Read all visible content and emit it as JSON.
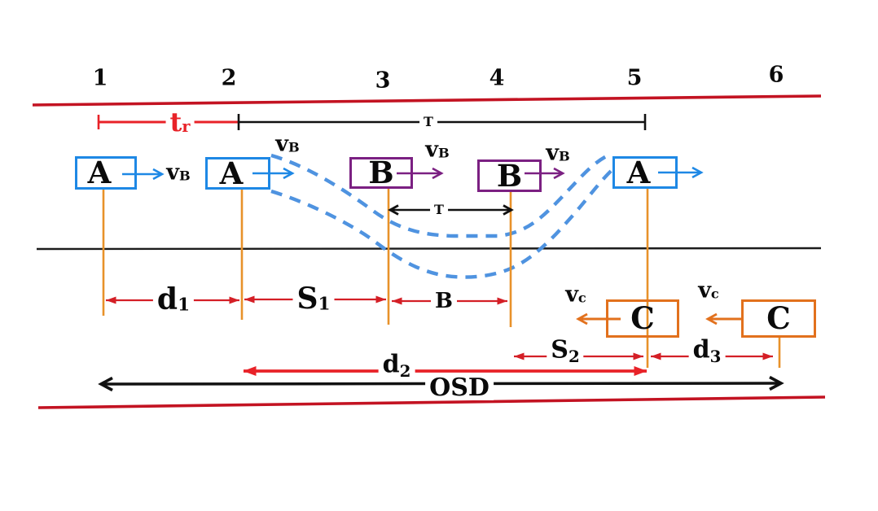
{
  "markers": [
    "1",
    "2",
    "3",
    "4",
    "5",
    "6"
  ],
  "brackets": {
    "tr": {
      "main": "t",
      "sub": "r"
    },
    "t_top": {
      "main": "T"
    },
    "t_mid": {
      "main": "T"
    }
  },
  "vehicles": {
    "a1": "A",
    "a2": "A",
    "b1": "B",
    "b2": "B",
    "a3": "A",
    "c1": "C",
    "c2": "C"
  },
  "speeds": {
    "vb": {
      "main": "v",
      "sub": "B"
    },
    "vc": {
      "main": "v",
      "sub": "c"
    }
  },
  "distances": {
    "d1": {
      "main": "d",
      "sub": "1"
    },
    "s1": {
      "main": "S",
      "sub": "1"
    },
    "b": {
      "main": "B"
    },
    "s2": {
      "main": "S",
      "sub": "2"
    },
    "d3": {
      "main": "d",
      "sub": "3"
    },
    "d2": {
      "main": "d",
      "sub": "2"
    },
    "osd": {
      "main": "OSD"
    }
  },
  "colors": {
    "road_edge": "#c31322",
    "lane_line": "#1c1c1c",
    "vehicle_a": "#1e88e5",
    "vehicle_b": "#7b2082",
    "vehicle_c": "#e2711d",
    "stem": "#e8922a",
    "measure_red": "#d41f26",
    "bracket_red": "#e82228",
    "dash_path": "#4f93e0"
  }
}
